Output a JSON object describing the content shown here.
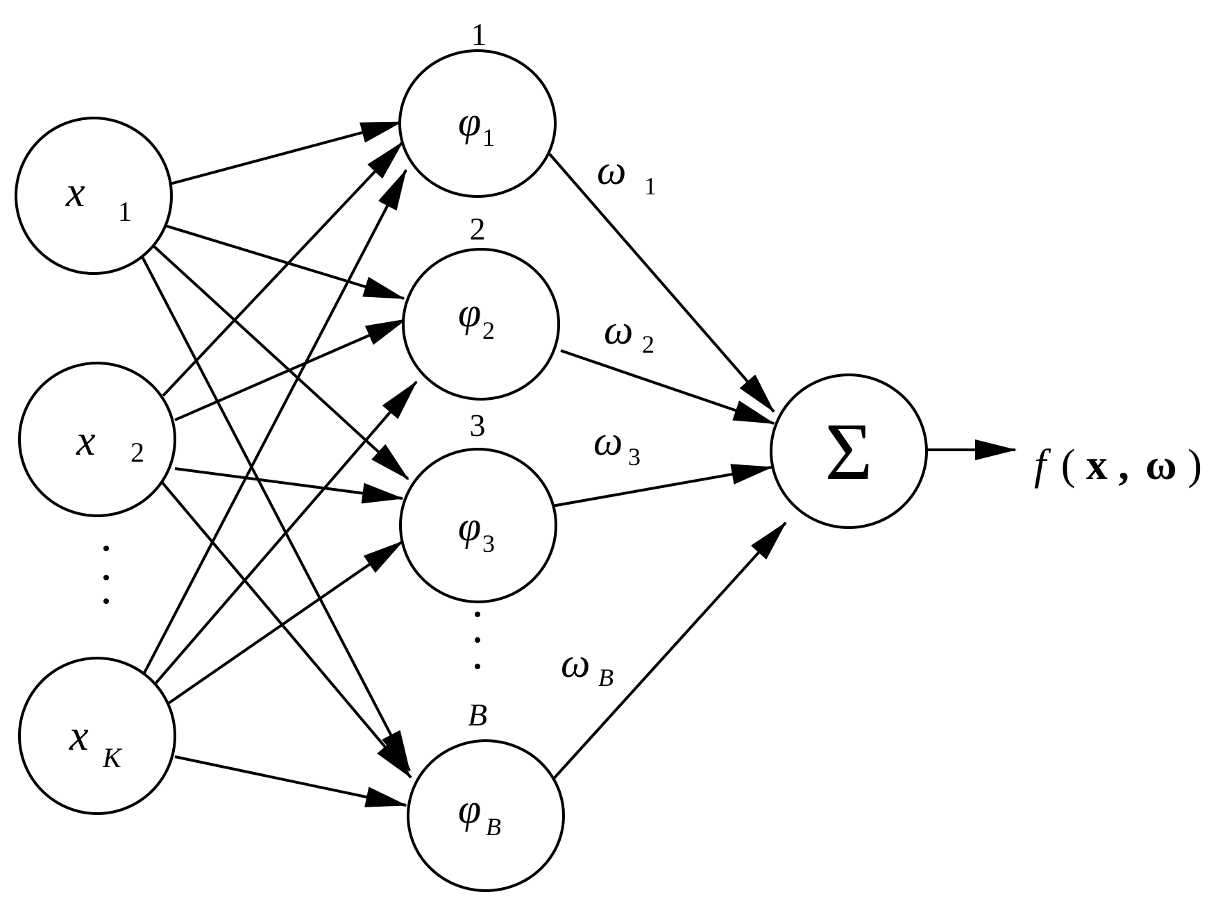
{
  "inputs": [
    {
      "var": "x",
      "sub": "1"
    },
    {
      "var": "x",
      "sub": "2"
    },
    {
      "var": "x",
      "sub": "K"
    }
  ],
  "input_ellipsis": "·\n·\n·",
  "hidden": [
    {
      "index": "1",
      "var": "φ",
      "sub": "1"
    },
    {
      "index": "2",
      "var": "φ",
      "sub": "2"
    },
    {
      "index": "3",
      "var": "φ",
      "sub": "3"
    },
    {
      "index": "B",
      "var": "φ",
      "sub": "B"
    }
  ],
  "hidden_ellipsis": "·\n·\n·",
  "weights": [
    {
      "var": "ω",
      "sub": "1"
    },
    {
      "var": "ω",
      "sub": "2"
    },
    {
      "var": "ω",
      "sub": "3"
    },
    {
      "var": "ω",
      "sub": "B"
    }
  ],
  "sum_symbol": "Σ",
  "output": {
    "f": "f",
    "open": "(",
    "x": "x",
    "comma": ",",
    "w": "ω",
    "close": ")"
  }
}
